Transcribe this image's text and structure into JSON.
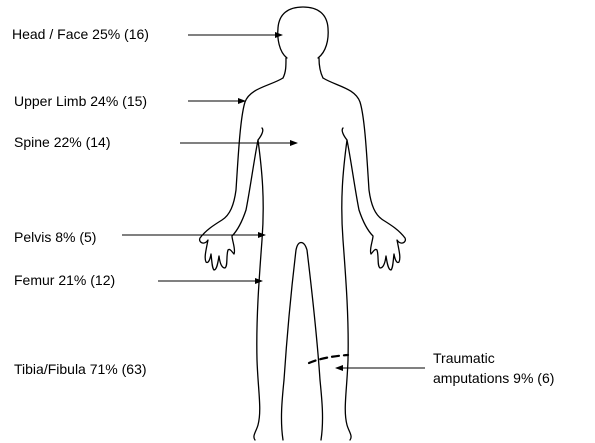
{
  "labels": {
    "head_face": "Head / Face 25% (16)",
    "upper_limb": "Upper Limb 24% (15)",
    "spine": "Spine 22% (14)",
    "pelvis": "Pelvis 8% (5)",
    "femur": "Femur 21% (12)",
    "tibia_fibula": "Tibia/Fibula 71% (63)",
    "traumatic_line1": "Traumatic",
    "traumatic_line2": "amputations 9% (6)"
  },
  "colors": {
    "line": "#000000",
    "background": "#ffffff"
  }
}
